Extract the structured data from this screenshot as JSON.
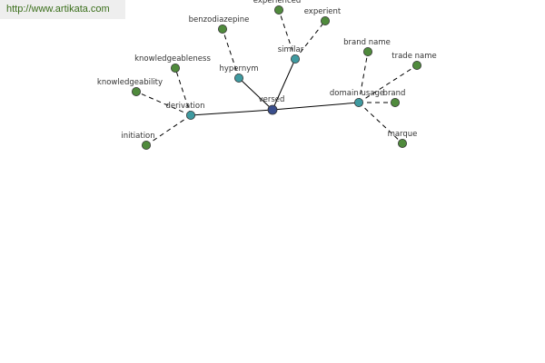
{
  "watermark": {
    "text": "http://www.artikata.com"
  },
  "colors": {
    "center_node": "#3a4e8c",
    "relation_node": "#3f9aa0",
    "leaf_node": "#4f8a3c"
  },
  "graph": {
    "nodes": [
      {
        "id": "versed",
        "label": "versed",
        "kind": "center"
      },
      {
        "id": "hypernym",
        "label": "hypernym",
        "kind": "relation"
      },
      {
        "id": "similar",
        "label": "similar",
        "kind": "relation"
      },
      {
        "id": "derivation",
        "label": "derivation",
        "kind": "relation"
      },
      {
        "id": "domain_usage",
        "label": "domain usage",
        "kind": "relation"
      },
      {
        "id": "benzodiazepine",
        "label": "benzodiazepine",
        "kind": "leaf"
      },
      {
        "id": "experienced",
        "label": "experienced",
        "kind": "leaf"
      },
      {
        "id": "experient",
        "label": "experient",
        "kind": "leaf"
      },
      {
        "id": "knowledgeableness",
        "label": "knowledgeableness",
        "kind": "leaf"
      },
      {
        "id": "knowledgeability",
        "label": "knowledgeability",
        "kind": "leaf"
      },
      {
        "id": "initiation",
        "label": "initiation",
        "kind": "leaf"
      },
      {
        "id": "brand_name",
        "label": "brand name",
        "kind": "leaf"
      },
      {
        "id": "trade_name",
        "label": "trade name",
        "kind": "leaf"
      },
      {
        "id": "brand",
        "label": "brand",
        "kind": "leaf"
      },
      {
        "id": "marque",
        "label": "marque",
        "kind": "leaf"
      }
    ],
    "edges": [
      {
        "from": "versed",
        "to": "hypernym",
        "style": "solid"
      },
      {
        "from": "versed",
        "to": "similar",
        "style": "solid"
      },
      {
        "from": "versed",
        "to": "derivation",
        "style": "solid"
      },
      {
        "from": "versed",
        "to": "domain_usage",
        "style": "solid"
      },
      {
        "from": "hypernym",
        "to": "benzodiazepine",
        "style": "dashed"
      },
      {
        "from": "similar",
        "to": "experienced",
        "style": "dashed"
      },
      {
        "from": "similar",
        "to": "experient",
        "style": "dashed"
      },
      {
        "from": "derivation",
        "to": "knowledgeableness",
        "style": "dashed"
      },
      {
        "from": "derivation",
        "to": "knowledgeability",
        "style": "dashed"
      },
      {
        "from": "derivation",
        "to": "initiation",
        "style": "dashed"
      },
      {
        "from": "domain_usage",
        "to": "brand_name",
        "style": "dashed"
      },
      {
        "from": "domain_usage",
        "to": "trade_name",
        "style": "dashed"
      },
      {
        "from": "domain_usage",
        "to": "brand",
        "style": "dashed"
      },
      {
        "from": "domain_usage",
        "to": "marque",
        "style": "dashed"
      }
    ]
  }
}
